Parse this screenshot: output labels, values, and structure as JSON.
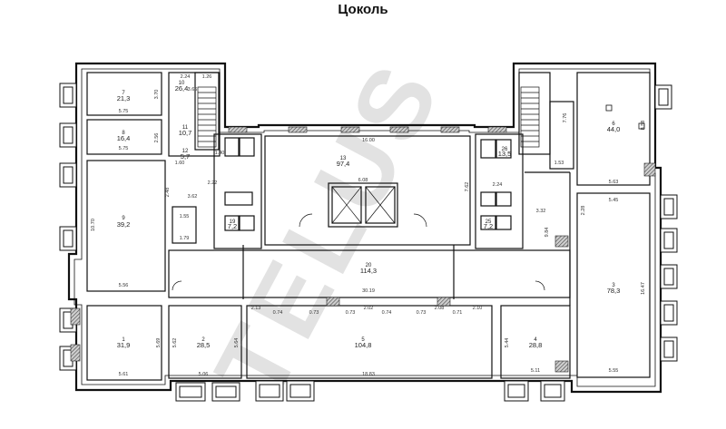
{
  "title": "Цоколь",
  "watermark": "TELUS",
  "rooms": [
    {
      "id": "r7",
      "no": "7",
      "area": "21,3"
    },
    {
      "id": "r8",
      "no": "8",
      "area": "16,4"
    },
    {
      "id": "r9",
      "no": "9",
      "area": "39,2"
    },
    {
      "id": "r10",
      "no": "10",
      "area": "26,4"
    },
    {
      "id": "r11",
      "no": "11",
      "area": "10,7"
    },
    {
      "id": "r12",
      "no": "12",
      "area": "5,7"
    },
    {
      "id": "r13",
      "no": "13",
      "area": "97,4"
    },
    {
      "id": "r1",
      "no": "1",
      "area": "31,9"
    },
    {
      "id": "r2",
      "no": "2",
      "area": "28,5"
    },
    {
      "id": "r5",
      "no": "5",
      "area": "104,8"
    },
    {
      "id": "r4",
      "no": "4",
      "area": "28,8"
    },
    {
      "id": "r3",
      "no": "3",
      "area": "78,3"
    },
    {
      "id": "r6",
      "no": "6",
      "area": "44,0"
    },
    {
      "id": "r20",
      "no": "20",
      "area": "114,3"
    },
    {
      "id": "r25",
      "no": "25",
      "area": "7,2"
    },
    {
      "id": "r26",
      "no": "26",
      "area": "13,5"
    },
    {
      "id": "r19",
      "no": "19",
      "area": "7,2"
    }
  ],
  "dimensions": [
    {
      "id": "d1",
      "text": "5.75"
    },
    {
      "id": "d2",
      "text": "5.75"
    },
    {
      "id": "d3",
      "text": "3.70"
    },
    {
      "id": "d4",
      "text": "2.56"
    },
    {
      "id": "d5",
      "text": "2.24"
    },
    {
      "id": "d6",
      "text": "1.26"
    },
    {
      "id": "d7",
      "text": "3.66"
    },
    {
      "id": "d8",
      "text": "1.60"
    },
    {
      "id": "d9",
      "text": "10.70"
    },
    {
      "id": "d10",
      "text": "2.48"
    },
    {
      "id": "d11",
      "text": "3.62"
    },
    {
      "id": "d12",
      "text": "5.56"
    },
    {
      "id": "d13",
      "text": "16.00"
    },
    {
      "id": "d14",
      "text": "6.08"
    },
    {
      "id": "d15",
      "text": "7.62"
    },
    {
      "id": "d16",
      "text": "30.19"
    },
    {
      "id": "d17",
      "text": "3.32"
    },
    {
      "id": "d18",
      "text": "9.84"
    },
    {
      "id": "d19",
      "text": "2.28"
    },
    {
      "id": "d20",
      "text": "5.45"
    },
    {
      "id": "d21",
      "text": "16.47"
    },
    {
      "id": "d22",
      "text": "5.63"
    },
    {
      "id": "d23",
      "text": "8.58"
    },
    {
      "id": "d24",
      "text": "7.76"
    },
    {
      "id": "d25",
      "text": "1.53"
    },
    {
      "id": "d26",
      "text": "5.69"
    },
    {
      "id": "d27",
      "text": "5.61"
    },
    {
      "id": "d28",
      "text": "5.62"
    },
    {
      "id": "d29",
      "text": "5.06"
    },
    {
      "id": "d30",
      "text": "5.64"
    },
    {
      "id": "d31",
      "text": "18.83"
    },
    {
      "id": "d32",
      "text": "5.44"
    },
    {
      "id": "d33",
      "text": "5.11"
    },
    {
      "id": "d34",
      "text": "5.55"
    },
    {
      "id": "d35",
      "text": "2.13"
    },
    {
      "id": "d36",
      "text": "0.74"
    },
    {
      "id": "d37",
      "text": "0.73"
    },
    {
      "id": "d38",
      "text": "0.73"
    },
    {
      "id": "d39",
      "text": "2.02"
    },
    {
      "id": "d40",
      "text": "0.74"
    },
    {
      "id": "d41",
      "text": "0.73"
    },
    {
      "id": "d42",
      "text": "2.08"
    },
    {
      "id": "d43",
      "text": "0.71"
    },
    {
      "id": "d44",
      "text": "2.10"
    },
    {
      "id": "d45",
      "text": "2.22"
    },
    {
      "id": "d46",
      "text": "1.55"
    },
    {
      "id": "d47",
      "text": "1.79"
    },
    {
      "id": "d48",
      "text": "2.24"
    },
    {
      "id": "d49",
      "text": "1.40"
    }
  ]
}
